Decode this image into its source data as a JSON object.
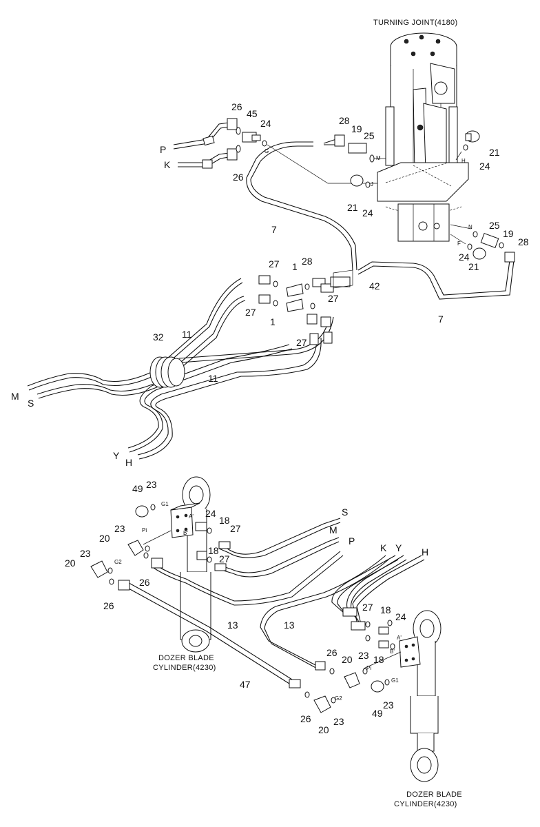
{
  "titles": {
    "turning_joint": "TURNING JOINT(4180)",
    "dozer_left_1": "DOZER BLADE",
    "dozer_left_2": "CYLINDER(4230)",
    "dozer_right_1": "DOZER BLADE",
    "dozer_right_2": "CYLINDER(4230)"
  },
  "line_labels": {
    "P_top": "P",
    "K_top": "K",
    "M_left": "M",
    "S_left": "S",
    "Y_left": "Y",
    "H_left": "H",
    "S_right": "S",
    "M_right": "M",
    "P_right": "P",
    "K_right": "K",
    "Y_right": "Y",
    "H_right": "H"
  },
  "part_numbers": {
    "p26a": "26",
    "p45": "45",
    "p24a": "24",
    "p26b": "26",
    "p28a": "28",
    "p19a": "19",
    "p25a": "25",
    "p21a": "21",
    "p24b": "24",
    "p21b": "21",
    "p24c": "24",
    "p7a": "7",
    "p25b": "25",
    "p19b": "19",
    "p28b": "28",
    "p24d": "24",
    "p21c": "21",
    "p27a": "27",
    "p1a": "1",
    "p28c": "28",
    "p27b": "27",
    "p42": "42",
    "p27c": "27",
    "p1b": "1",
    "p27d": "27",
    "p7b": "7",
    "p32": "32",
    "p11a": "11",
    "p11b": "11",
    "p49a": "49",
    "p23a": "23",
    "p24e": "24",
    "p18a": "18",
    "p27e": "27",
    "p20a": "20",
    "p23b": "23",
    "p18b": "18",
    "p27f": "27",
    "p23c": "23",
    "p20b": "20",
    "p26c": "26",
    "p26d": "26",
    "p13a": "13",
    "p47": "47",
    "p13b": "13",
    "p26e": "26",
    "p20c": "20",
    "p23d": "23",
    "p27g": "27",
    "p18c": "18",
    "p24f": "24",
    "p18d": "18",
    "p49b": "49",
    "p23e": "23",
    "p26f": "26",
    "p20d": "20",
    "p23f": "23"
  },
  "port_labels": {
    "G": "G",
    "M": "M",
    "H": "H",
    "J": "J",
    "N": "N",
    "F": "F",
    "G1_left": "G1",
    "A_left": "A'",
    "B_left": "B'",
    "Pi_left": "Pi",
    "G2_left": "G2",
    "A_right": "A'",
    "B_right": "B'",
    "Pi_right": "Pi",
    "G1_right": "G1",
    "G2_right": "G2"
  }
}
